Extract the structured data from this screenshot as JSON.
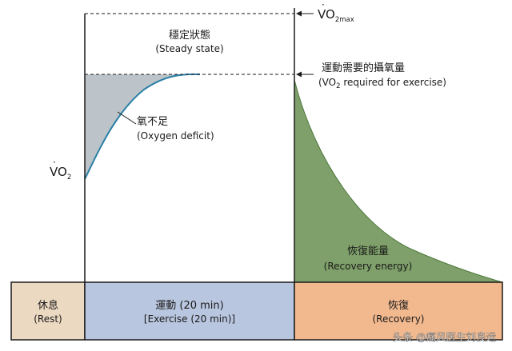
{
  "colors": {
    "deficit_fill": "#bcc4c9",
    "recovery_fill": "#7fa06a",
    "curve": "#2a7fa6",
    "rest_band": "#ecd9c2",
    "exercise_band": "#b9c6df",
    "recovery_band": "#f2b98f",
    "line": "#1a1a1a"
  },
  "vo2max": {
    "symbol": "VO",
    "subscript": "2max"
  },
  "steady_state": {
    "zh": "穩定狀態",
    "en": "(Steady state)"
  },
  "required": {
    "zh": "運動需要的攝氧量",
    "en_prefix": "(VO",
    "en_sub": "2",
    "en_suffix": " required for exercise)"
  },
  "deficit": {
    "zh": "氧不足",
    "en": "(Oxygen deficit)"
  },
  "vo2_axis": {
    "symbol": "VO",
    "subscript": "2"
  },
  "recovery_energy": {
    "zh": "恢復能量",
    "en": "(Recovery energy)"
  },
  "phases": {
    "rest": {
      "zh": "休息",
      "en": "(Rest)"
    },
    "exercise": {
      "zh": "運動 (20 min)",
      "en": "[Exercise (20 min)]"
    },
    "recovery": {
      "zh": "恢復",
      "en": "(Recovery)"
    }
  },
  "watermark": "头条 @痛风医生刘良运"
}
